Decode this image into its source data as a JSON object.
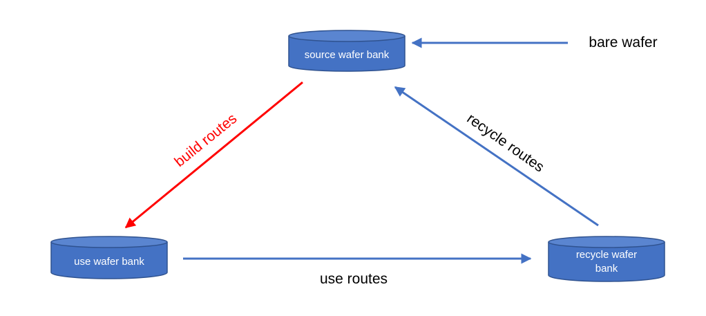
{
  "colors": {
    "node_fill": "#4472c4",
    "node_stroke": "#2f528f",
    "node_top": "#5a85d0",
    "arrow_blue": "#4472c4",
    "arrow_red": "#ff0000",
    "text_dark": "#000000",
    "text_light": "#ffffff"
  },
  "nodes": {
    "source": {
      "label": "source wafer bank"
    },
    "use": {
      "label": "use wafer bank"
    },
    "recycle": {
      "label_line1": "recycle wafer",
      "label_line2": "bank"
    }
  },
  "edges": {
    "bare_wafer": {
      "label": "bare wafer"
    },
    "build_routes": {
      "label": "build routes"
    },
    "use_routes": {
      "label": "use routes"
    },
    "recycle_routes": {
      "label": "recycle routes"
    }
  }
}
